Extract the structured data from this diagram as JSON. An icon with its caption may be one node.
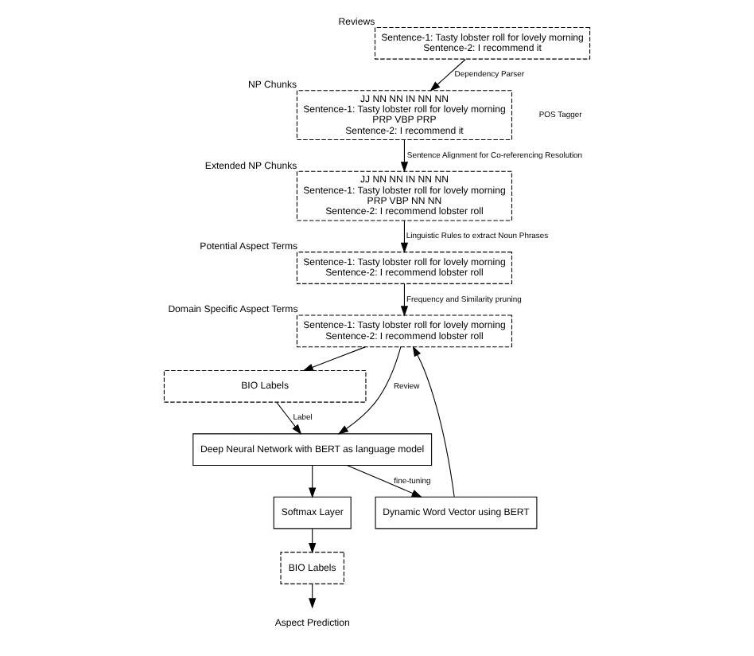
{
  "diagram": {
    "nodes": [
      {
        "text": [
          "Sentence-1: Tasty lobster roll for lovely morning",
          "Sentence-2: I recommend it"
        ],
        "beside": [
          "Reviews"
        ]
      },
      {
        "text": [
          "JJ NN NN IN NN NN",
          "Sentence-1: Tasty lobster roll for lovely morning",
          "PRP VBP PRP",
          "Sentence-2: I recommend it"
        ],
        "beside": [
          "NP Chunks"
        ]
      },
      {
        "text": [
          "JJ NN NN IN NN NN",
          "Sentence-1: Tasty lobster roll for lovely morning",
          "PRP VBP NN NN",
          "Sentence-2: I recommend lobster roll"
        ],
        "beside": [
          "Extended NP Chunks"
        ]
      },
      {
        "text": [
          "Sentence-1: Tasty lobster roll for lovely morning",
          "Sentence-2: I recommend lobster roll"
        ],
        "beside": [
          "Potential Aspect Terms"
        ]
      },
      {
        "text": [
          "Sentence-1: Tasty lobster roll for lovely morning",
          "Sentence-2: I recommend lobster roll"
        ],
        "beside": [
          "Domain Specific Aspect Terms"
        ]
      },
      {
        "text": [
          "BIO Labels"
        ]
      },
      {
        "text": [
          "Dynamic Word Vector using BERT"
        ]
      },
      {
        "text": [
          "Deep Neural Network with BERT as language model"
        ]
      },
      {
        "text": [
          "Softmax Layer"
        ]
      },
      {
        "text": [
          "BIO Labels"
        ]
      },
      {
        "text": [
          "Aspect Prediction"
        ]
      }
    ],
    "edges": [
      {
        "from": 0,
        "to": 1,
        "arrow": "to",
        "label": "Dependency Parser"
      },
      {
        "from": 1,
        "to": 2,
        "arrow": "to",
        "label": "Sentence Alignment for Co-referencing Resolution"
      },
      {
        "from": 2,
        "to": 3,
        "arrow": "to",
        "label": "Linguistic Rules to extract Noun Phrases"
      },
      {
        "from": 3,
        "to": 4,
        "arrow": "to",
        "label": "Frequency and Similarity pruning"
      },
      {
        "from": 6,
        "to": 4,
        "arrow": "to"
      },
      {
        "from": 7,
        "to": 6,
        "arrow": "to",
        "label": "fine-tuning"
      },
      {
        "from": 4,
        "to": 7,
        "arrow": "to",
        "label": "Review"
      },
      {
        "from": 4,
        "to": 5,
        "arrow": "to"
      },
      {
        "from": 5,
        "to": 7,
        "arrow": "to",
        "label": "Label"
      },
      {
        "from": 7,
        "to": 8,
        "arrow": "to"
      },
      {
        "from": 8,
        "to": 9,
        "arrow": "to"
      },
      {
        "from": 9,
        "to": 10,
        "arrow": "to"
      }
    ],
    "labels": [
      "POS Tagger"
    ]
  }
}
